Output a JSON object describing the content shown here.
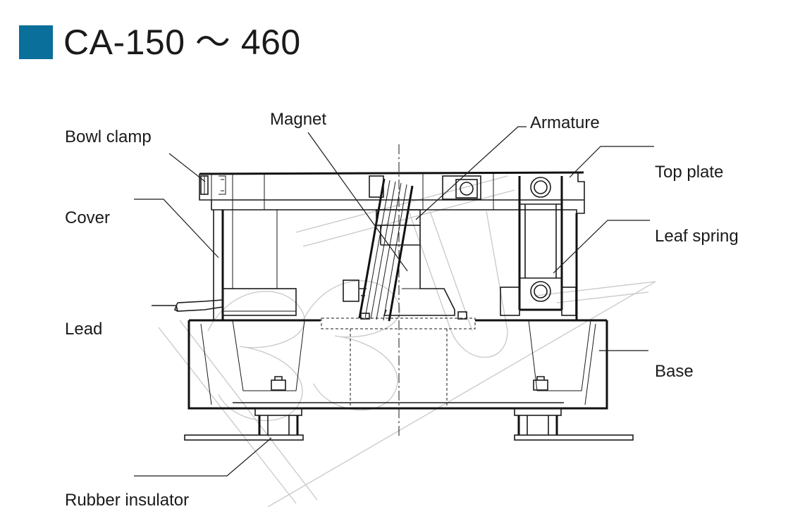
{
  "header": {
    "title": "CA-150 〜 460",
    "accent_color": "#0a6f9a"
  },
  "labels": {
    "magnet": "Magnet",
    "armature": "Armature",
    "bowl_clamp": "Bowl clamp",
    "top_plate": "Top plate",
    "cover": "Cover",
    "leaf_spring": "Leaf spring",
    "lead": "Lead",
    "base": "Base",
    "rubber_insulator": "Rubber insulator"
  },
  "watermark": {
    "icon": "bbu-watermark-icon"
  }
}
